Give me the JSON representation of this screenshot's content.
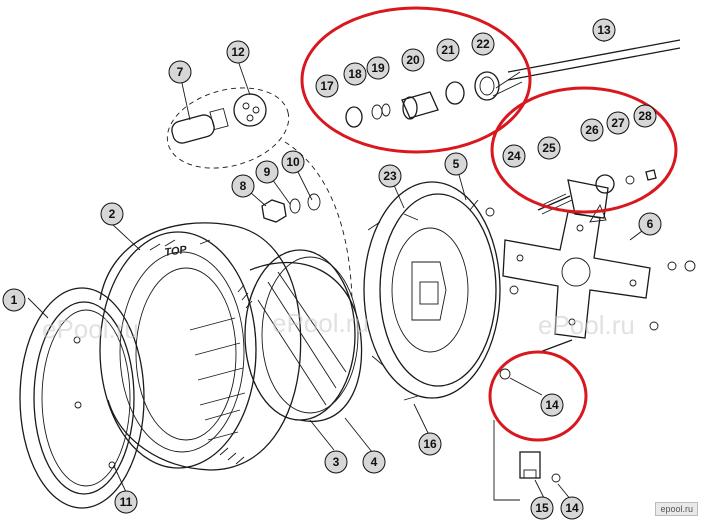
{
  "callouts": [
    {
      "id": "c1",
      "label": "1"
    },
    {
      "id": "c2",
      "label": "2"
    },
    {
      "id": "c3",
      "label": "3"
    },
    {
      "id": "c4",
      "label": "4"
    },
    {
      "id": "c5",
      "label": "5"
    },
    {
      "id": "c6",
      "label": "6"
    },
    {
      "id": "c7",
      "label": "7"
    },
    {
      "id": "c8",
      "label": "8"
    },
    {
      "id": "c9",
      "label": "9"
    },
    {
      "id": "c10",
      "label": "10"
    },
    {
      "id": "c11",
      "label": "11"
    },
    {
      "id": "c12",
      "label": "12"
    },
    {
      "id": "c13",
      "label": "13"
    },
    {
      "id": "c14a",
      "label": "14"
    },
    {
      "id": "c14b",
      "label": "14"
    },
    {
      "id": "c15",
      "label": "15"
    },
    {
      "id": "c16",
      "label": "16"
    },
    {
      "id": "c17",
      "label": "17"
    },
    {
      "id": "c18",
      "label": "18"
    },
    {
      "id": "c19",
      "label": "19"
    },
    {
      "id": "c20",
      "label": "20"
    },
    {
      "id": "c21",
      "label": "21"
    },
    {
      "id": "c22",
      "label": "22"
    },
    {
      "id": "c23",
      "label": "23"
    },
    {
      "id": "c24",
      "label": "24"
    },
    {
      "id": "c25",
      "label": "25"
    },
    {
      "id": "c26",
      "label": "26"
    },
    {
      "id": "c27",
      "label": "27"
    },
    {
      "id": "c28",
      "label": "28"
    }
  ],
  "top_label": "TOP",
  "watermark": "ePool.ru",
  "brand": "epool.ru",
  "colors": {
    "highlight": "#d9171e",
    "callout_fill": "#d7d7d7",
    "line": "#1a1a1a",
    "watermark": "#c9c9c9"
  }
}
